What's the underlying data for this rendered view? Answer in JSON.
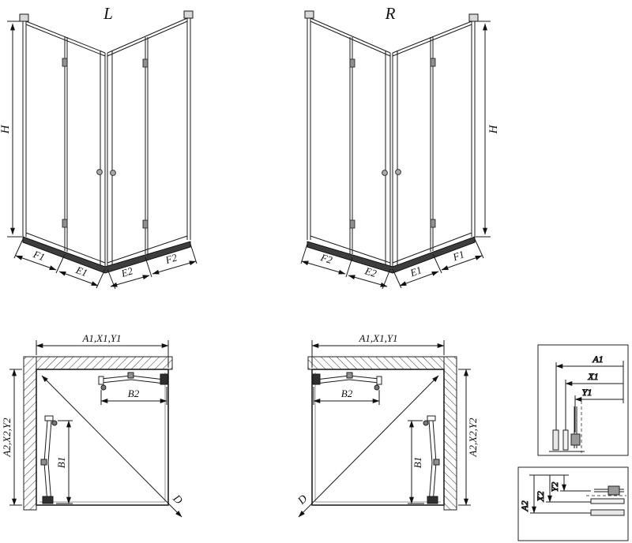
{
  "iso_left": {
    "title": "L",
    "height_label": "H",
    "segments": [
      "F1",
      "E1",
      "E2",
      "F2"
    ]
  },
  "iso_right": {
    "title": "R",
    "height_label": "H",
    "segments": [
      "F2",
      "E2",
      "E1",
      "F1"
    ]
  },
  "plan_left": {
    "width_label": "A1,X1,Y1",
    "depth_label": "A2,X2,Y2",
    "door_width_label": "B2",
    "door_depth_label": "B1",
    "diagonal_label": "D"
  },
  "plan_right": {
    "width_label": "A1,X1,Y1",
    "depth_label": "A2,X2,Y2",
    "door_width_label": "B2",
    "door_depth_label": "B1",
    "diagonal_label": "D"
  },
  "detail_width": {
    "labels": [
      "A1",
      "X1",
      "Y1"
    ]
  },
  "detail_depth": {
    "labels": [
      "A2",
      "X2",
      "Y2"
    ]
  },
  "colors": {
    "line": "#1a1a1a",
    "tray": "#3d3d3d",
    "hardware": "#2f2f2f",
    "hinge": "#909090"
  }
}
